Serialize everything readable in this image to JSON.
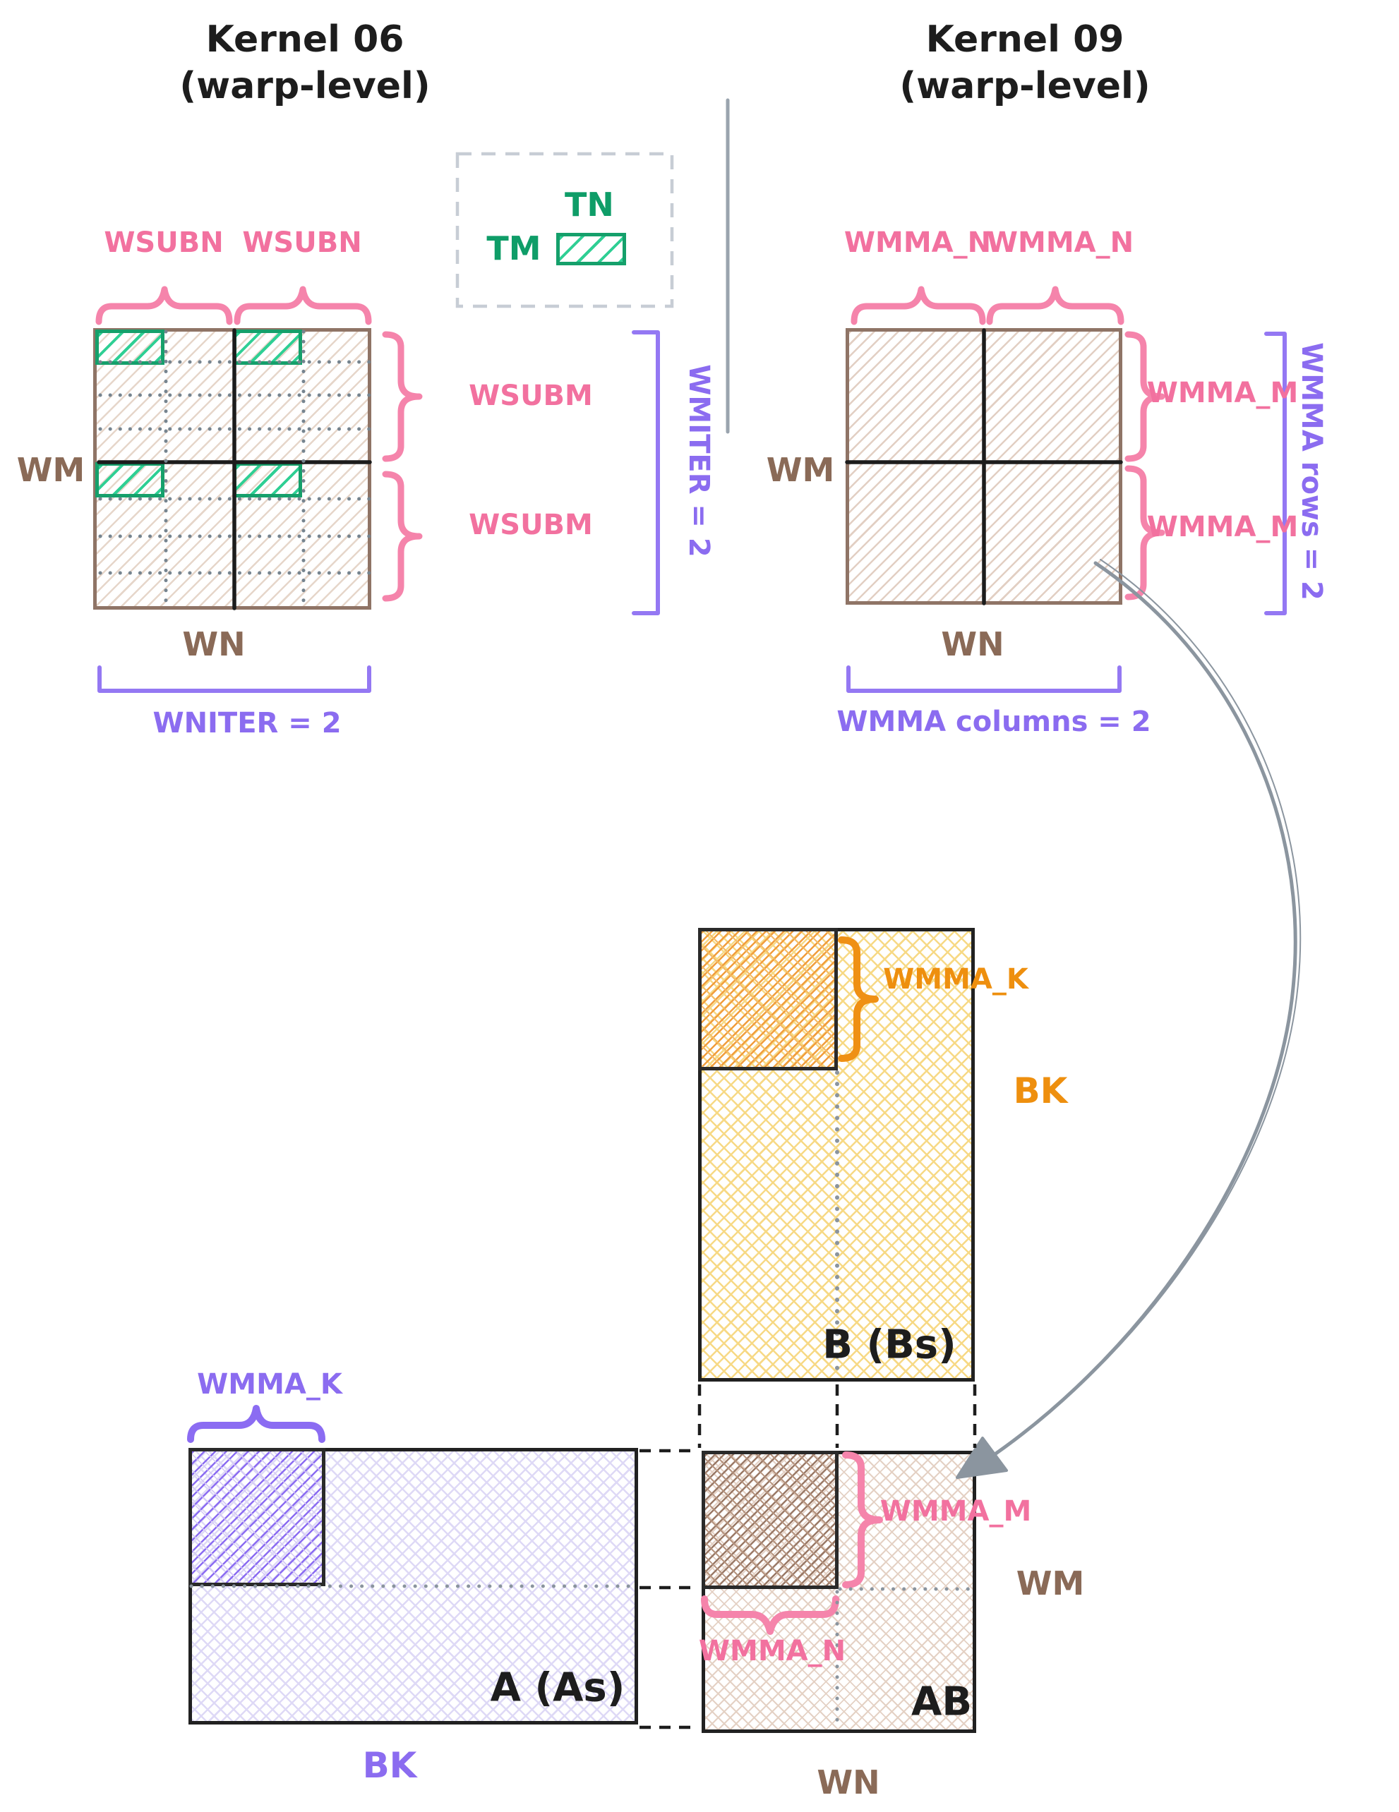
{
  "titles": {
    "k06": [
      "Kernel 06",
      "(warp-level)"
    ],
    "k09": [
      "Kernel 09",
      "(warp-level)"
    ]
  },
  "legend": {
    "tn": "TN",
    "tm": "TM"
  },
  "k06": {
    "top_labels": [
      "WSUBN",
      "WSUBN"
    ],
    "left_label": "WM",
    "bottom_label": "WN",
    "right_labels": [
      "WSUBM",
      "WSUBM"
    ],
    "right_bracket_label": "WMITER = 2",
    "bottom_bracket_label": "WNITER = 2"
  },
  "k09": {
    "top_labels": [
      "WMMA_N",
      "WMMA_N"
    ],
    "left_label": "WM",
    "bottom_label": "WN",
    "right_labels": [
      "WMMA_M",
      "WMMA_M"
    ],
    "right_bracket_label": "WMMA rows = 2",
    "bottom_bracket_label": "WMMA columns = 2"
  },
  "matrix_b": {
    "tile_label": "WMMA_K",
    "dim_label": "BK",
    "name": "B (Bs)"
  },
  "matrix_a": {
    "tile_label": "WMMA_K",
    "dim_label": "BK",
    "name": "A (As)"
  },
  "matrix_ab": {
    "row_tile_label": "WMMA_M",
    "col_tile_label": "WMMA_N",
    "row_label": "WM",
    "col_label": "WN",
    "name": "AB"
  },
  "colors": {
    "pink": "#f2719f",
    "purple": "#8b6cf0",
    "green": "#0f9d68",
    "brown": "#8a6a57",
    "orange": "#ee8f0e",
    "yellow_hatch": "#f7d985",
    "tan_hatch": "#e6d6ca",
    "lavender_hatch": "#ded9f6",
    "black": "#1d1d1d",
    "gray": "#8b959f"
  }
}
